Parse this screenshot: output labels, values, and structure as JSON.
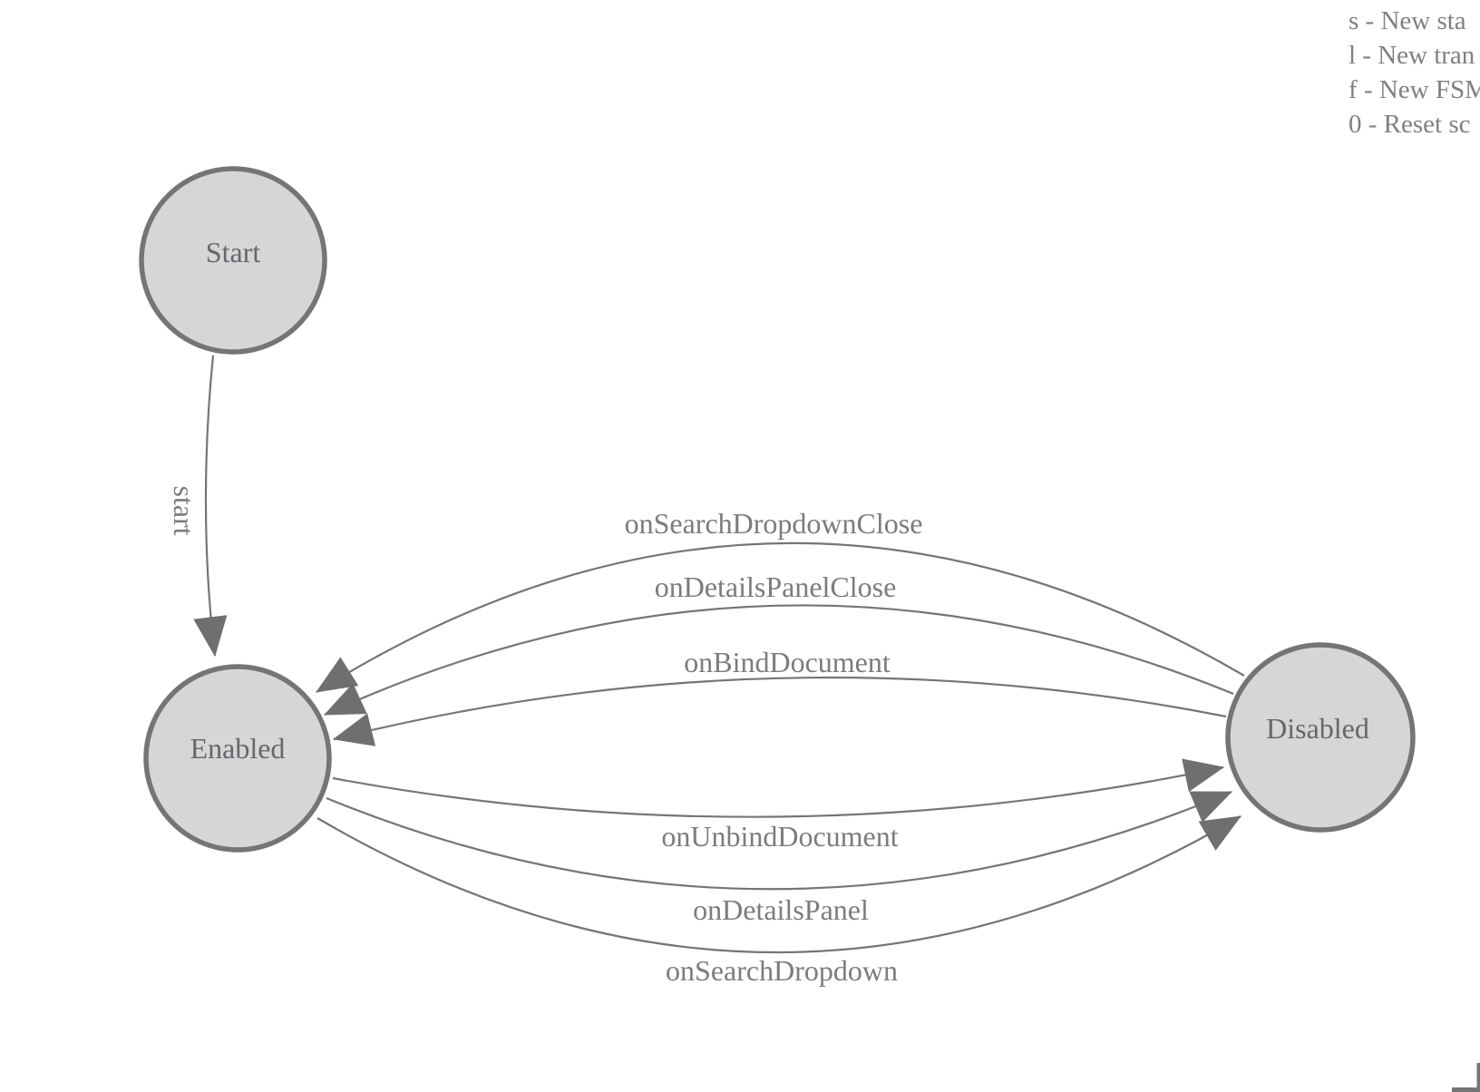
{
  "legend": {
    "lines": [
      "s - New sta",
      "l - New tran",
      "f - New FSM",
      "0 - Reset sc"
    ]
  },
  "states": {
    "start": {
      "label": "Start"
    },
    "enabled": {
      "label": "Enabled"
    },
    "disabled": {
      "label": "Disabled"
    }
  },
  "transitions": {
    "start": {
      "label": "start",
      "from": "Start",
      "to": "Enabled"
    },
    "onSearchDropdownClose": {
      "label": "onSearchDropdownClose",
      "from": "Disabled",
      "to": "Enabled"
    },
    "onDetailsPanelClose": {
      "label": "onDetailsPanelClose",
      "from": "Disabled",
      "to": "Enabled"
    },
    "onBindDocument": {
      "label": "onBindDocument",
      "from": "Disabled",
      "to": "Enabled"
    },
    "onUnbindDocument": {
      "label": "onUnbindDocument",
      "from": "Enabled",
      "to": "Disabled"
    },
    "onDetailsPanel": {
      "label": "onDetailsPanel",
      "from": "Enabled",
      "to": "Disabled"
    },
    "onSearchDropdown": {
      "label": "onSearchDropdown",
      "from": "Enabled",
      "to": "Disabled"
    }
  },
  "colors": {
    "background": "#ffffff",
    "node_fill": "#d6d6d6",
    "node_stroke": "#757575",
    "edge_stroke": "#757575",
    "edge_label_text": "#7a7c7e",
    "state_label_text": "#64676b",
    "legend_text": "#808080"
  }
}
